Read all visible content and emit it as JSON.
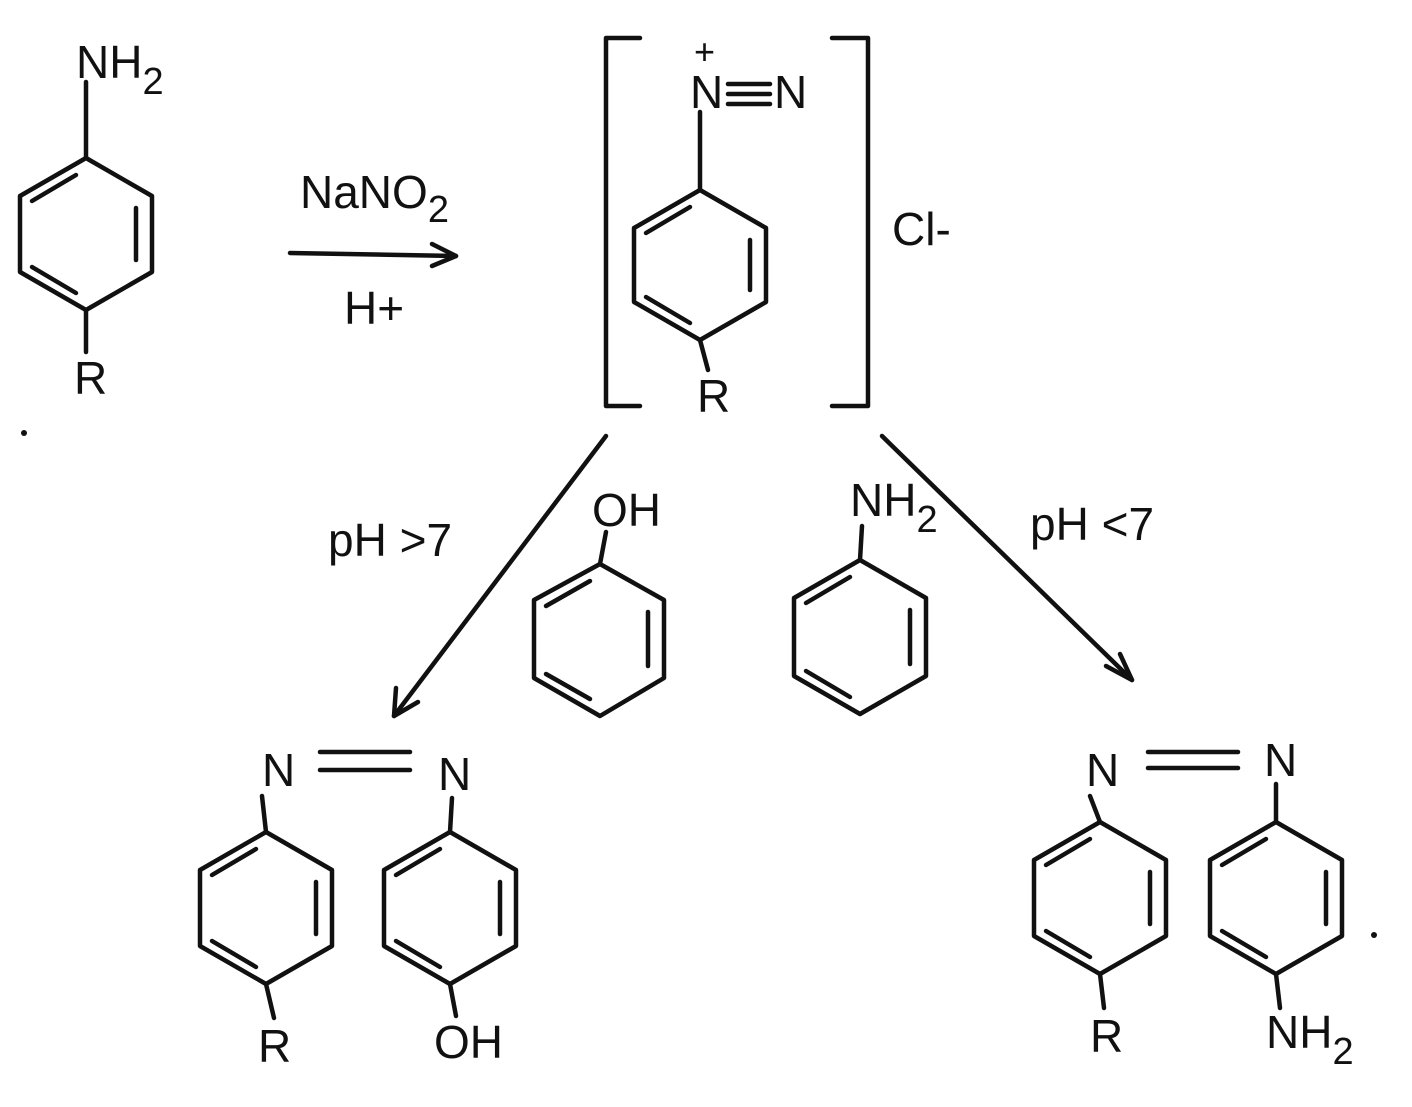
{
  "reagents": {
    "top": "NaNO",
    "top_subscript": "2",
    "bottom": "H+"
  },
  "counter_ion": "Cl-",
  "conditions": {
    "left": "pH >7",
    "right": "pH <7"
  },
  "atoms": {
    "N": "N",
    "R": "R",
    "plus": "+",
    "NH": "NH",
    "H2_subscript": "2",
    "OH": "OH"
  },
  "colors": {
    "ink": "#111111",
    "background": "#ffffff"
  }
}
